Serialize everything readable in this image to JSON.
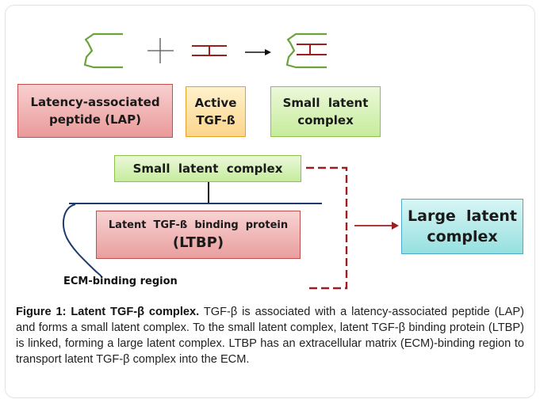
{
  "boxes": {
    "lap": [
      "Latency-associated",
      "peptide (LAP)"
    ],
    "active_tgf": [
      "Active",
      "TGF-ß"
    ],
    "small_latent_top": [
      "Small  latent",
      "complex"
    ],
    "small_latent_bottom": "Small  latent  complex",
    "ltbp": [
      "Latent  TGF-ß  binding  protein",
      "(LTBP)"
    ],
    "large_latent": [
      "Large  latent",
      "complex"
    ]
  },
  "ecm_label": "ECM-binding region",
  "caption": {
    "title": "Figure 1: Latent TGF-β complex.",
    "body": "TGF-β is associated with a latency-associated peptide (LAP) and forms a small latent complex. To the small latent complex, latent TGF-β binding protein (LTBP) is linked, forming a large latent complex. LTBP has an extracellular matrix (ECM)-binding region to transport latent TGF-β complex into the ECM."
  },
  "colors": {
    "lap": "#ea9a9a",
    "active": "#fbd58c",
    "small": "#c6ec9c",
    "large": "#96e0e0",
    "bracket": "#6aa33a",
    "tgf": "#9b1f1f",
    "ecm_line": "#1f3b6e"
  }
}
